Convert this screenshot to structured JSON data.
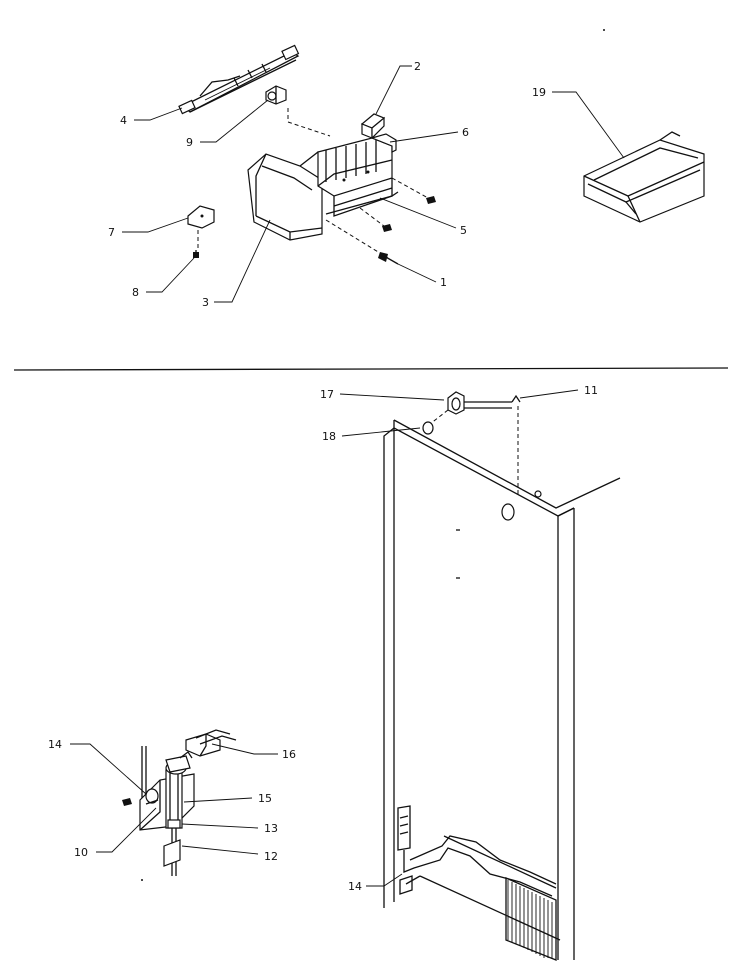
{
  "callouts": {
    "c1": "1",
    "c2": "2",
    "c3": "3",
    "c4": "4",
    "c5": "5",
    "c6": "6",
    "c7": "7",
    "c8": "8",
    "c9": "9",
    "c10": "10",
    "c11": "11",
    "c12": "12",
    "c13": "13",
    "c14a": "14",
    "c14b": "14",
    "c15": "15",
    "c16": "16",
    "c17": "17",
    "c18": "18",
    "c19": "19"
  }
}
